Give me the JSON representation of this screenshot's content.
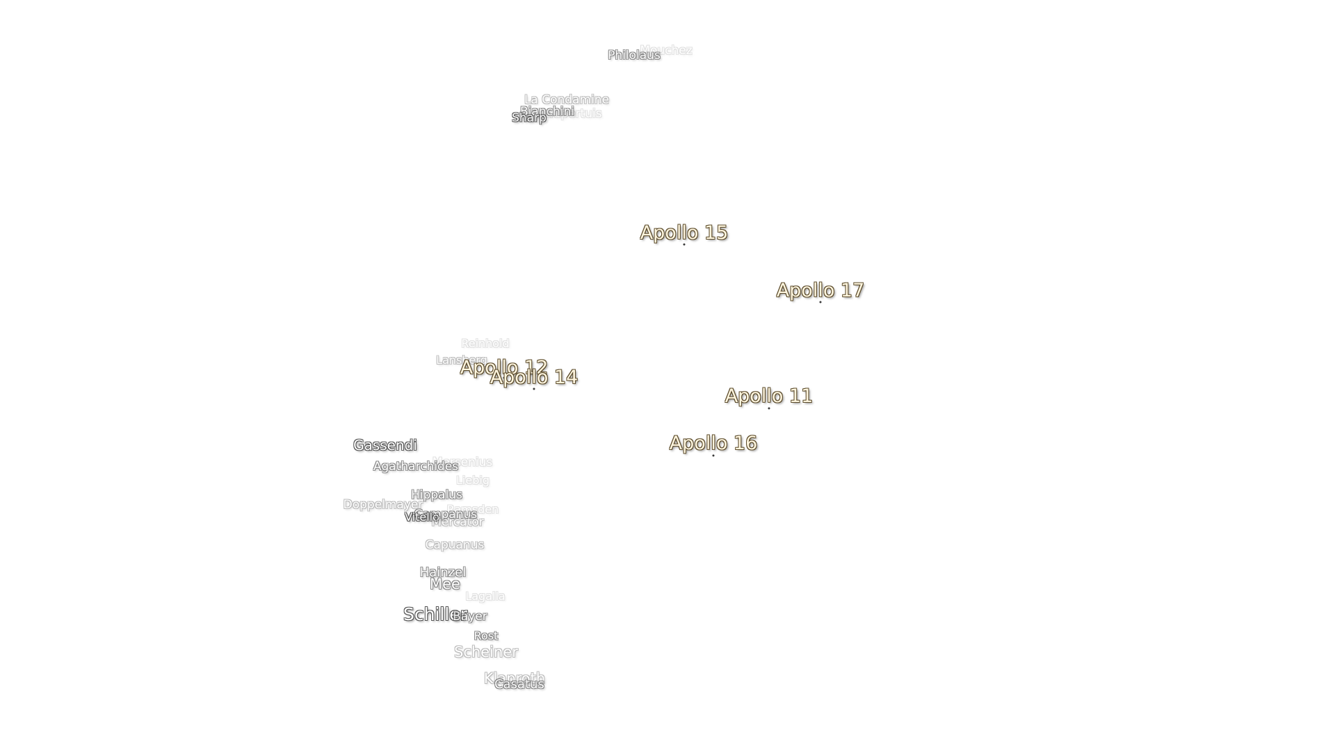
{
  "map": {
    "apollo_color": "#fff6df",
    "apollo_outline": "#5a4a2a",
    "crater_color": "#ffffff",
    "crater_outline": "#555555",
    "apollo_sites": [
      {
        "name": "Apollo 15"
      },
      {
        "name": "Apollo 17"
      },
      {
        "name": "Apollo 12"
      },
      {
        "name": "Apollo 14"
      },
      {
        "name": "Apollo 11"
      },
      {
        "name": "Apollo 16"
      }
    ],
    "craters": [
      {
        "name": "Mouchez"
      },
      {
        "name": "Philolaus"
      },
      {
        "name": "La Condamine"
      },
      {
        "name": "Maupertuis"
      },
      {
        "name": "Bianchini"
      },
      {
        "name": "Sharp"
      },
      {
        "name": "Reinhold"
      },
      {
        "name": "Lansberg"
      },
      {
        "name": "Gassendi"
      },
      {
        "name": "Mersenius"
      },
      {
        "name": "Agatharchides"
      },
      {
        "name": "Liebig"
      },
      {
        "name": "Hippalus"
      },
      {
        "name": "Doppelmayer"
      },
      {
        "name": "Ramsden"
      },
      {
        "name": "Campanus"
      },
      {
        "name": "Vitello"
      },
      {
        "name": "Mercator"
      },
      {
        "name": "Capuanus"
      },
      {
        "name": "Hainzel"
      },
      {
        "name": "Mee"
      },
      {
        "name": "Lagalla"
      },
      {
        "name": "Schiller"
      },
      {
        "name": "Bayer"
      },
      {
        "name": "Rost"
      },
      {
        "name": "Scheiner"
      },
      {
        "name": "Klaproth"
      },
      {
        "name": "Casatus"
      }
    ]
  }
}
